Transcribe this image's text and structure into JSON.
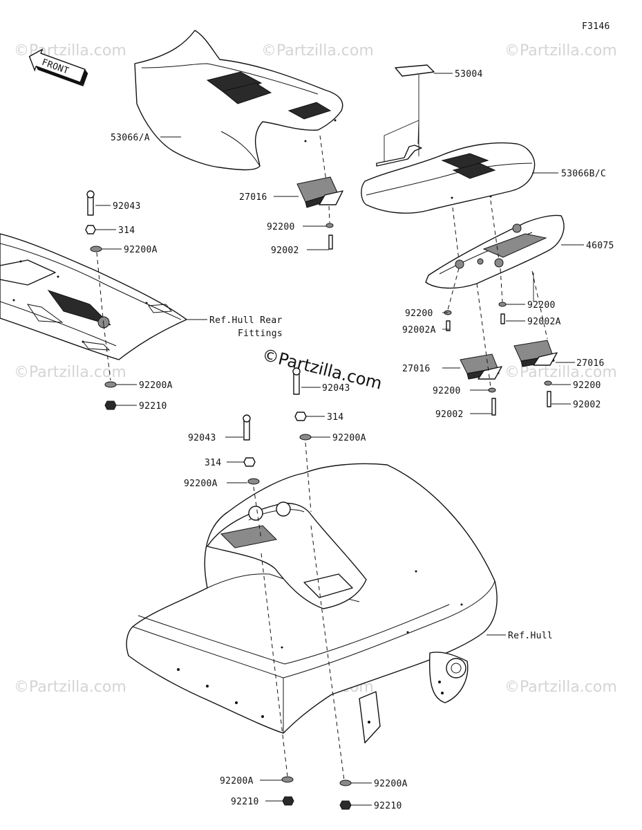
{
  "diagram_code": "F3146",
  "front_label": "FRONT",
  "watermark": "©Partzilla.com",
  "watermark_main": "©Partzilla.com",
  "callouts": {
    "c53066a": "53066/A",
    "c53004": "53004",
    "c53066bc": "53066B/C",
    "c46075": "46075",
    "c27016a": "27016",
    "c27016b": "27016",
    "c27016c": "27016",
    "c92043a": "92043",
    "c92043b": "92043",
    "c92043c": "92043",
    "c314a": "314",
    "c314b": "314",
    "c314c": "314",
    "c92200Aa": "92200A",
    "c92200Ab": "92200A",
    "c92200Ac": "92200A",
    "c92200Ad": "92200A",
    "c92200Ae": "92200A",
    "c92200Af": "92200A",
    "c92200a": "92200",
    "c92200b": "92200",
    "c92200c": "92200",
    "c92200d": "92200",
    "c92200e": "92200",
    "c92002a": "92002",
    "c92002b": "92002",
    "c92002c": "92002",
    "c92002Aa": "92002A",
    "c92002Ab": "92002A",
    "c92210a": "92210",
    "c92210b": "92210",
    "c92210c": "92210",
    "ref_hull_rear_1": "Ref.Hull Rear",
    "ref_hull_rear_2": "Fittings",
    "ref_hull": "Ref.Hull"
  }
}
